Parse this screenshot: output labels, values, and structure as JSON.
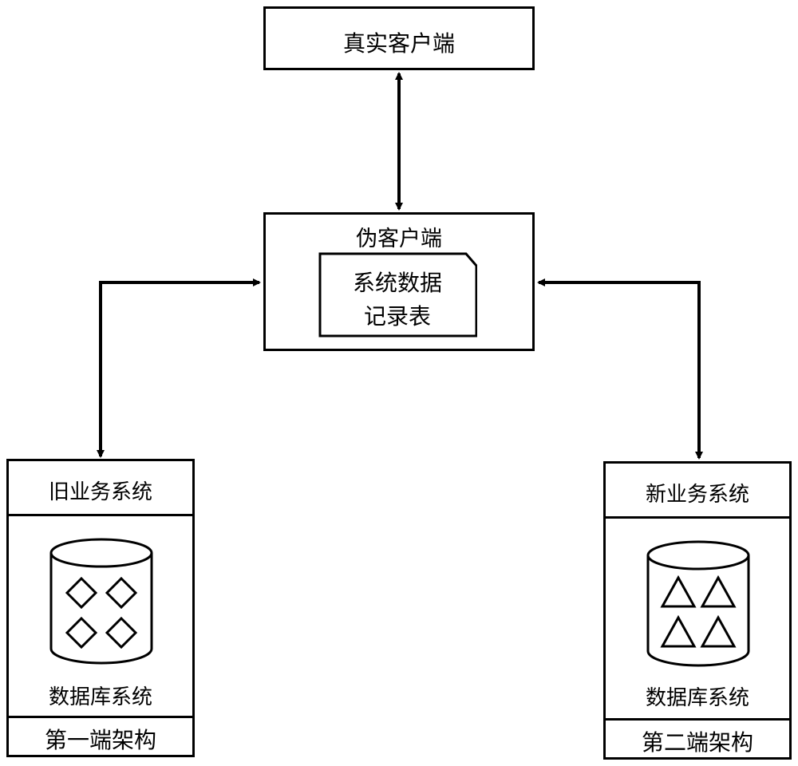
{
  "real_client": {
    "label": "真实客户端"
  },
  "pseudo_client": {
    "label": "伪客户端",
    "record_table": {
      "line1": "系统数据",
      "line2": "记录表"
    }
  },
  "old_system": {
    "title": "旧业务系统",
    "database_label": "数据库系统",
    "architecture_label": "第一端架构",
    "icon": "diamond-icon"
  },
  "new_system": {
    "title": "新业务系统",
    "database_label": "数据库系统",
    "architecture_label": "第二端架构",
    "icon": "triangle-icon"
  },
  "colors": {
    "stroke": "#000000",
    "background": "#ffffff"
  }
}
